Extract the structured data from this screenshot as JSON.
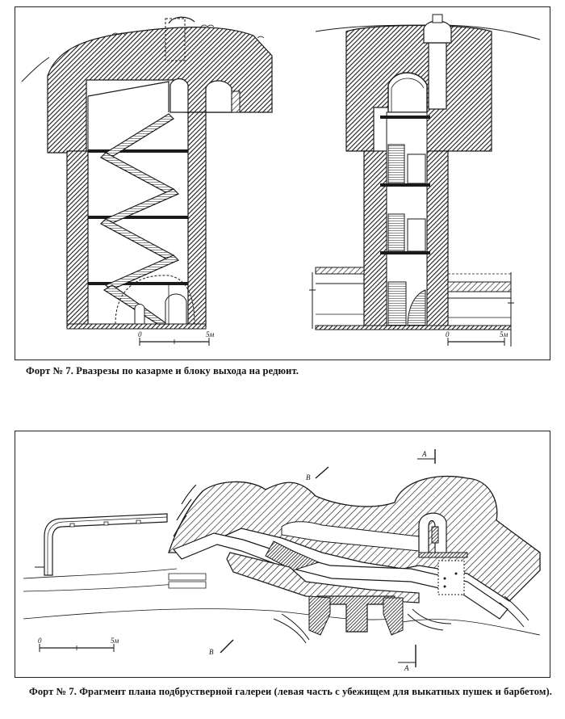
{
  "figure_top": {
    "caption": "Форт № 7. Рвазрезы по казарме и блоку выхода на редюит.",
    "scale_left": {
      "zero": "0",
      "unit": "5м"
    },
    "scale_right": {
      "zero": "0",
      "unit": "5м"
    }
  },
  "figure_bottom": {
    "caption": "Форт № 7. Фрагмент плана подбрустверной галереи (левая часть с убежищем для выкатных пушек и барбетом).",
    "section_labels": {
      "a_top": "A",
      "a_bottom": "A",
      "b_top": "B",
      "b_bottom": "B"
    },
    "scale": {
      "zero": "0",
      "unit": "5м"
    }
  },
  "colors": {
    "ink": "#1a1a1a",
    "paper": "#ffffff",
    "frame": "#222222"
  }
}
